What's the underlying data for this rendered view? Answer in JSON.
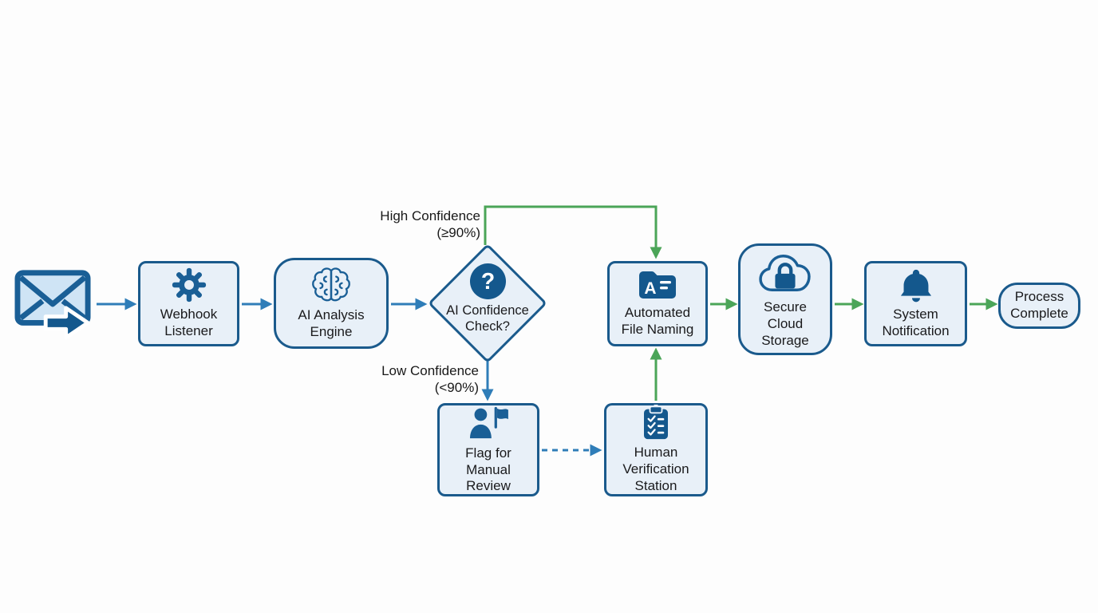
{
  "title": "Email AI processing automation flowchart",
  "colors": {
    "background": "#fdfdfd",
    "node_fill": "#e8f0f8",
    "node_border": "#1a5a8c",
    "blue_arrow": "#2f7db8",
    "green_arrow": "#4ba558",
    "icon_blue_dark": "#14588d",
    "icon_blue_medium": "#1a5f96",
    "envelope_fill": "#cfe4f5",
    "text": "#1a1a1c"
  },
  "nodes": {
    "incoming_email": {
      "icon": "email-incoming-icon"
    },
    "webhook_listener": {
      "icon": "gear-icon",
      "lines": [
        "Webhook",
        "Listener"
      ]
    },
    "ai_analysis_engine": {
      "icon": "brain-icon",
      "lines": [
        "AI Analysis",
        "Engine"
      ]
    },
    "ai_confidence_check": {
      "icon": "question-mark-icon",
      "icon_glyph": "?",
      "lines": [
        "AI Confidence",
        "Check?"
      ]
    },
    "automated_file_naming": {
      "icon": "file-rename-folder-icon",
      "icon_glyph": "A",
      "lines": [
        "Automated",
        "File Naming"
      ]
    },
    "secure_cloud_storage": {
      "icon": "cloud-lock-icon",
      "lines": [
        "Secure",
        "Cloud",
        "Storage"
      ]
    },
    "system_notification": {
      "icon": "bell-icon",
      "lines": [
        "System",
        "Notification"
      ]
    },
    "process_complete": {
      "lines": [
        "Process",
        "Complete"
      ]
    },
    "flag_manual_review": {
      "icon": "person-flag-icon",
      "lines": [
        "Flag for",
        "Manual",
        "Review"
      ]
    },
    "human_verification_station": {
      "icon": "clipboard-checklist-icon",
      "lines": [
        "Human",
        "Verification",
        "Station"
      ]
    }
  },
  "edge_labels": {
    "high_confidence": {
      "lines": [
        "High Confidence",
        "(≥90%)"
      ]
    },
    "low_confidence": {
      "lines": [
        "Low Confidence",
        "(<90%)"
      ]
    }
  },
  "edges": [
    {
      "from": "incoming-email",
      "to": "webhook-listener",
      "color": "blue",
      "style": "solid"
    },
    {
      "from": "webhook-listener",
      "to": "ai-analysis-engine",
      "color": "blue",
      "style": "solid"
    },
    {
      "from": "ai-analysis-engine",
      "to": "ai-confidence-check",
      "color": "blue",
      "style": "solid"
    },
    {
      "from": "ai-confidence-check",
      "to": "automated-file-naming",
      "color": "green",
      "style": "solid",
      "label": "High Confidence (≥90%)"
    },
    {
      "from": "ai-confidence-check",
      "to": "flag-for-manual-review",
      "color": "blue",
      "style": "solid",
      "label": "Low Confidence (<90%)"
    },
    {
      "from": "flag-for-manual-review",
      "to": "human-verification-station",
      "color": "blue",
      "style": "dashed"
    },
    {
      "from": "human-verification-station",
      "to": "automated-file-naming",
      "color": "green",
      "style": "solid"
    },
    {
      "from": "automated-file-naming",
      "to": "secure-cloud-storage",
      "color": "green",
      "style": "solid"
    },
    {
      "from": "secure-cloud-storage",
      "to": "system-notification",
      "color": "green",
      "style": "solid"
    },
    {
      "from": "system-notification",
      "to": "process-complete",
      "color": "green",
      "style": "solid"
    }
  ]
}
